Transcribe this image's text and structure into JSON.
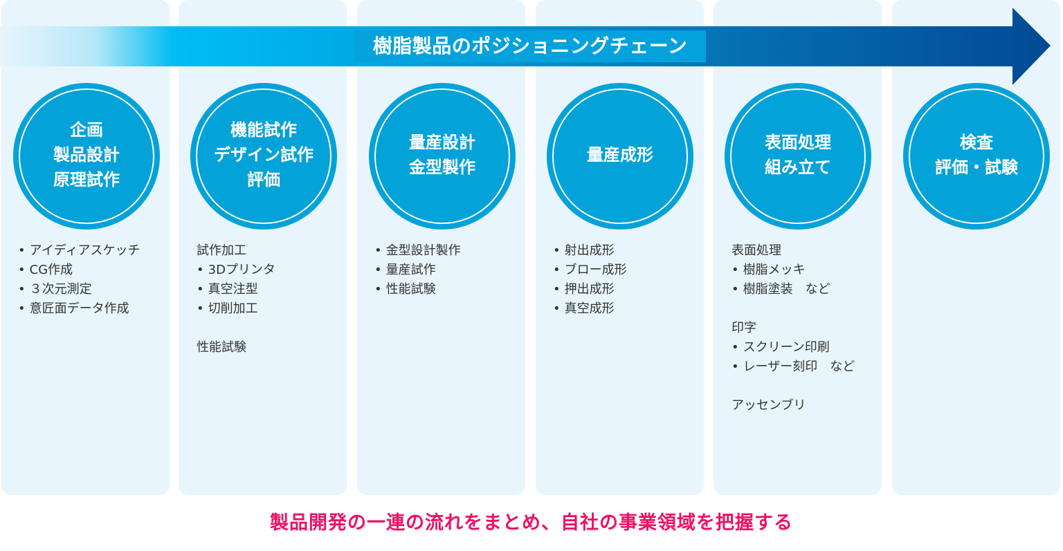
{
  "header": {
    "title": "樹脂製品のポジショニングチェーン",
    "arrow_colors": {
      "start": "#e8f5fc",
      "mid": "#00b8ef",
      "end": "#024a93"
    }
  },
  "colors": {
    "column_bg": "#e8f5fc",
    "circle_fill": "#03a2d9",
    "circle_text": "#ffffff",
    "footer_text": "#ee1166"
  },
  "stages": [
    {
      "circle_lines": [
        "企画",
        "製品設計",
        "原理試作"
      ],
      "details": [
        {
          "type": "bullet",
          "text": "アイディアスケッチ"
        },
        {
          "type": "bullet",
          "text": "CG作成"
        },
        {
          "type": "bullet",
          "text": "３次元測定"
        },
        {
          "type": "bullet",
          "text": "意匠面データ作成"
        }
      ]
    },
    {
      "circle_lines": [
        "機能試作",
        "デザイン試作",
        "評価"
      ],
      "details": [
        {
          "type": "heading",
          "text": "試作加工"
        },
        {
          "type": "bullet",
          "text": "3Dプリンタ"
        },
        {
          "type": "bullet",
          "text": "真空注型"
        },
        {
          "type": "bullet",
          "text": "切削加工"
        },
        {
          "type": "gap",
          "text": ""
        },
        {
          "type": "heading",
          "text": "性能試験"
        }
      ]
    },
    {
      "circle_lines": [
        "量産設計",
        "金型製作"
      ],
      "details": [
        {
          "type": "bullet",
          "text": "金型設計製作"
        },
        {
          "type": "bullet",
          "text": "量産試作"
        },
        {
          "type": "bullet",
          "text": "性能試験"
        }
      ]
    },
    {
      "circle_lines": [
        "量産成形"
      ],
      "details": [
        {
          "type": "bullet",
          "text": "射出成形"
        },
        {
          "type": "bullet",
          "text": "ブロー成形"
        },
        {
          "type": "bullet",
          "text": "押出成形"
        },
        {
          "type": "bullet",
          "text": "真空成形"
        }
      ]
    },
    {
      "circle_lines": [
        "表面処理",
        "組み立て"
      ],
      "details": [
        {
          "type": "heading",
          "text": "表面処理"
        },
        {
          "type": "bullet",
          "text": "樹脂メッキ"
        },
        {
          "type": "bullet",
          "text": "樹脂塗装　など"
        },
        {
          "type": "gap",
          "text": ""
        },
        {
          "type": "heading",
          "text": "印字"
        },
        {
          "type": "bullet",
          "text": "スクリーン印刷"
        },
        {
          "type": "bullet",
          "text": "レーザー刻印　など"
        },
        {
          "type": "gap",
          "text": ""
        },
        {
          "type": "heading",
          "text": "アッセンブリ"
        }
      ]
    },
    {
      "circle_lines": [
        "検査",
        "評価・試験"
      ],
      "details": []
    }
  ],
  "footer": {
    "text": "製品開発の一連の流れをまとめ、自社の事業領域を把握する"
  }
}
